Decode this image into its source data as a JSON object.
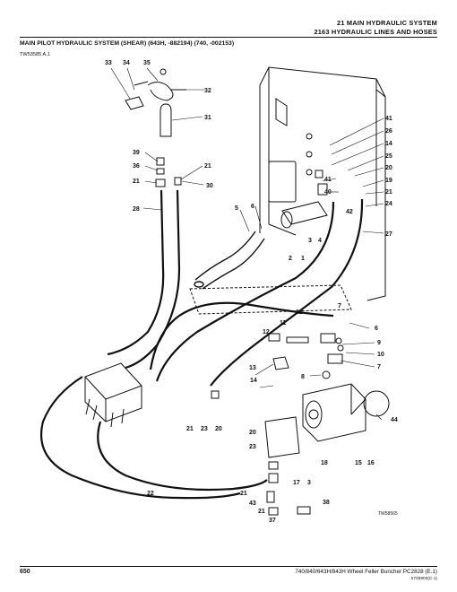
{
  "header": {
    "section": "21 MAIN HYDRAULIC SYSTEM",
    "group": "2163 HYDRAULIC LINES AND HOSES"
  },
  "subtitle": "MAIN PILOT HYDRAULIC SYSTEM (SHEAR) (643H, -882194) (740, -002153)",
  "figure_ref": "TW53585 A.1",
  "illustration_ref": "TW58565",
  "footer": {
    "page": "650",
    "manual": "740/840/643H/843H Wheel Feller Buncher   PC2828   (E.1)",
    "code": "5726903(C.1)"
  },
  "callouts": [
    "33",
    "34",
    "35",
    "32",
    "31",
    "39",
    "36",
    "21",
    "28",
    "21",
    "30",
    "5",
    "6",
    "2",
    "1",
    "3",
    "4",
    "41",
    "26",
    "14",
    "25",
    "20",
    "19",
    "21",
    "24",
    "41",
    "40",
    "42",
    "27",
    "7",
    "12",
    "11",
    "12",
    "6",
    "9",
    "10",
    "7",
    "13",
    "8",
    "14",
    "44",
    "21",
    "23",
    "20",
    "20",
    "23",
    "18",
    "15",
    "16",
    "17",
    "3",
    "21",
    "43",
    "21",
    "37",
    "38",
    "22"
  ]
}
